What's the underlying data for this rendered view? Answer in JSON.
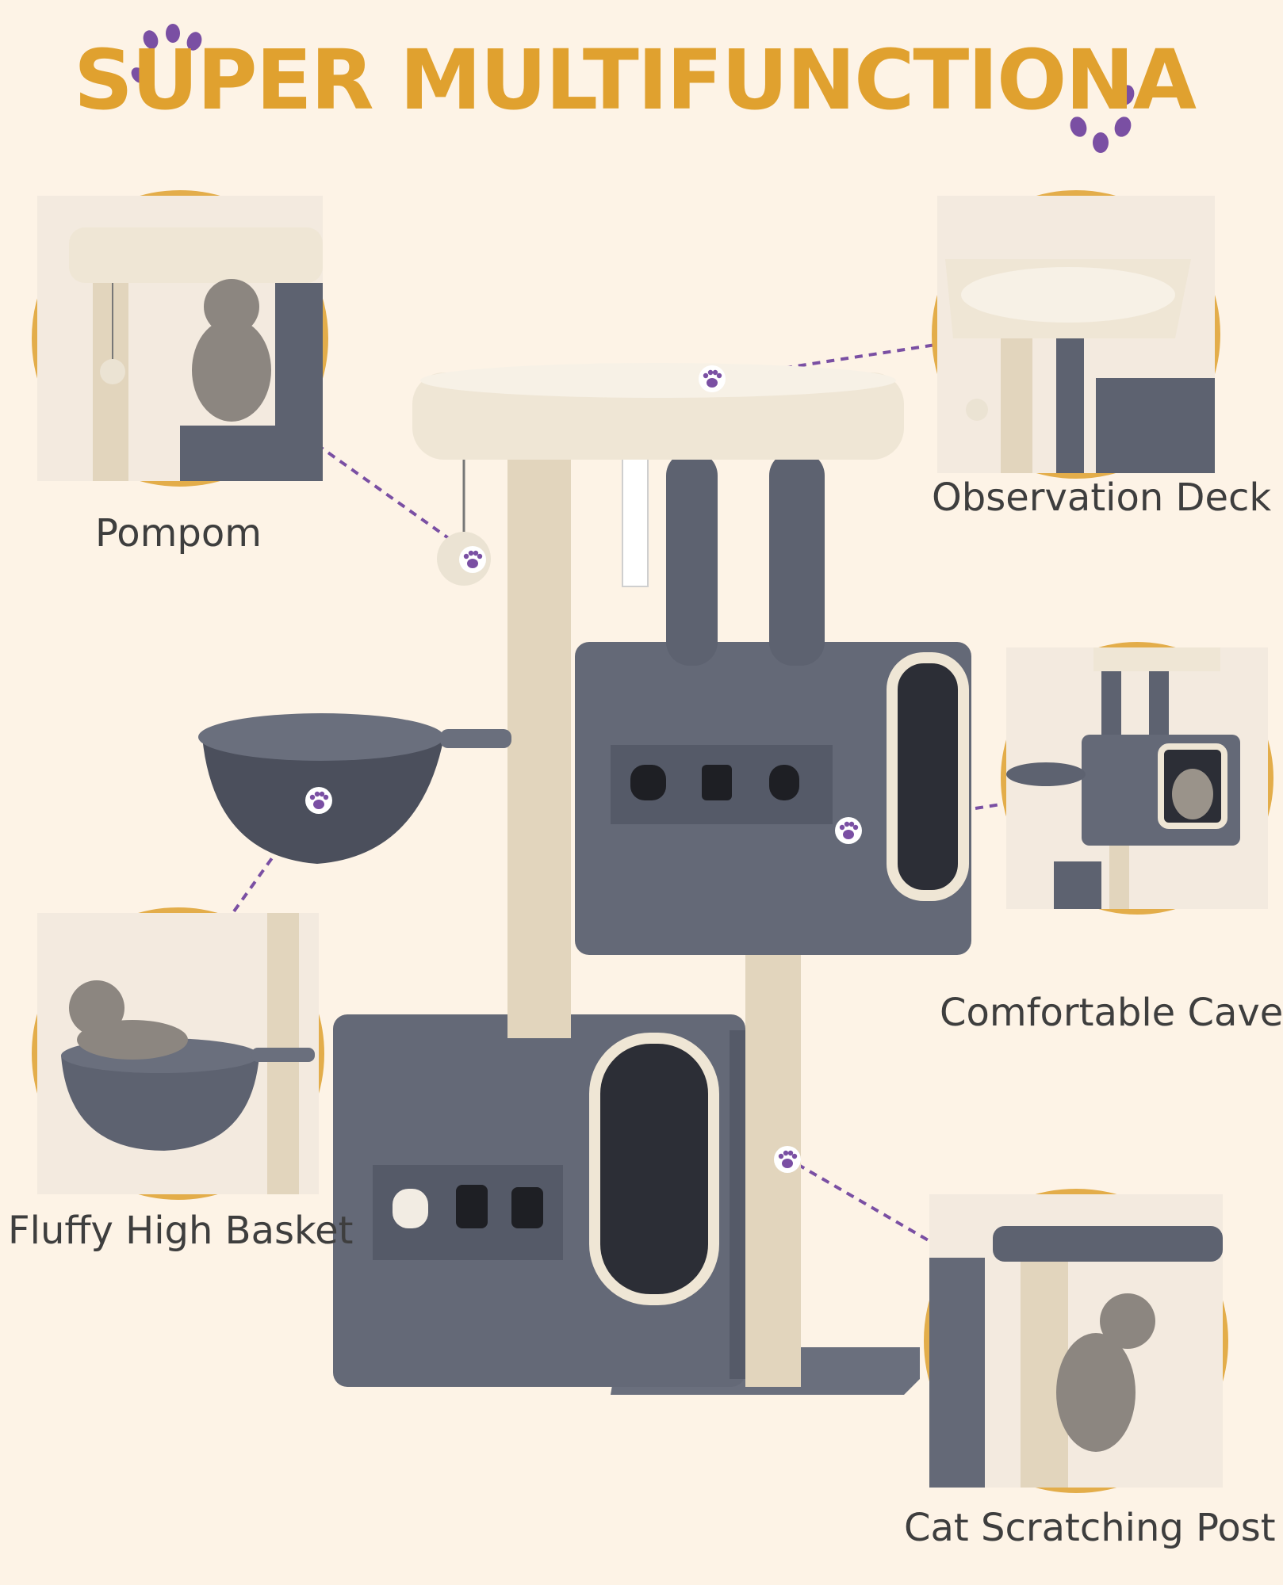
{
  "title": "SUPER MULTIFUNCTIONA",
  "colors": {
    "title": "#e0a12f",
    "background": "#fdf3e6",
    "circle_border": "#e3ad4a",
    "connector": "#7a4fa3",
    "paw": "#7a4fa3",
    "plush_gray": "#5d6270",
    "plush_cream": "#efe6d5",
    "sisal": "#e2d5bd"
  },
  "features": [
    {
      "key": "pompom",
      "label": "Pompom",
      "icon": "paw-icon"
    },
    {
      "key": "observation_deck",
      "label": "Observation Deck",
      "icon": "paw-icon"
    },
    {
      "key": "comfortable_cave",
      "label": "Comfortable Cave",
      "icon": "paw-icon"
    },
    {
      "key": "fluffy_high_basket",
      "label": "Fluffy High Basket",
      "icon": "paw-icon"
    },
    {
      "key": "cat_scratching_post",
      "label": "Cat Scratching Post",
      "icon": "paw-icon"
    }
  ]
}
